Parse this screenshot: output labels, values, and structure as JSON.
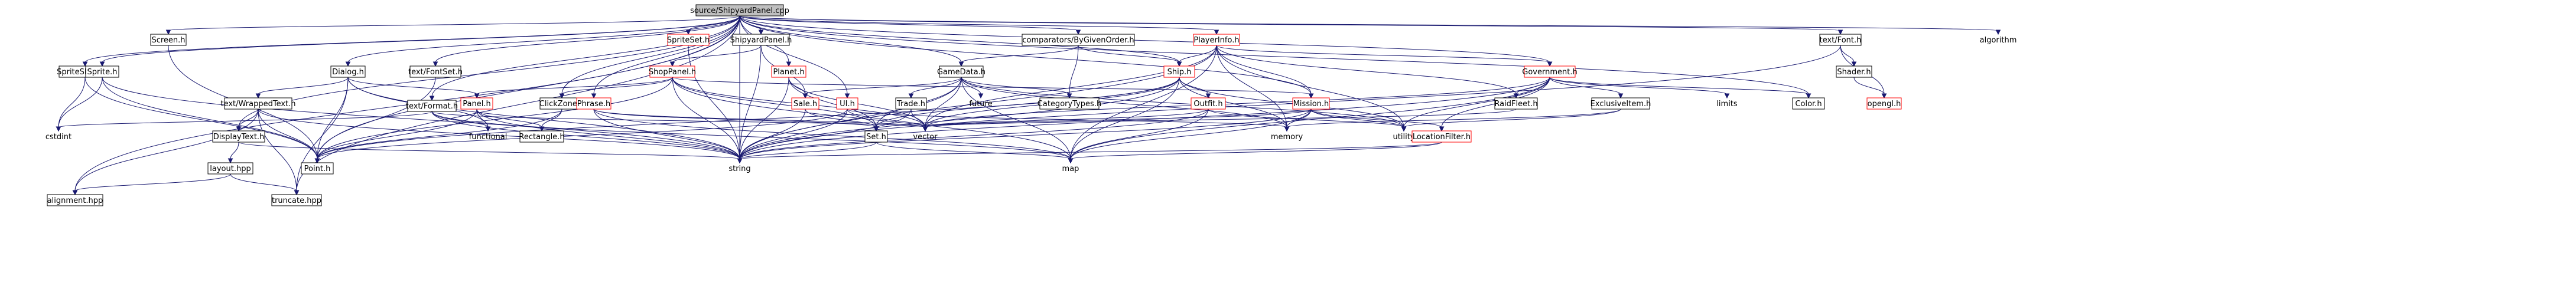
{
  "diagram": {
    "nodes": [
      {
        "id": "root",
        "label": "source/ShipyardPanel.cpp",
        "style": "root"
      },
      {
        "id": "screen_h",
        "label": "Screen.h",
        "style": "normal"
      },
      {
        "id": "spriteset_h",
        "label": "SpriteSet.h",
        "style": "red"
      },
      {
        "id": "shipyardpanel_h",
        "label": "ShipyardPanel.h",
        "style": "normal"
      },
      {
        "id": "comparators_h",
        "label": "comparators/ByGivenOrder.h",
        "style": "normal"
      },
      {
        "id": "playerinfo_h",
        "label": "PlayerInfo.h",
        "style": "red"
      },
      {
        "id": "text_font_h",
        "label": "text/Font.h",
        "style": "normal"
      },
      {
        "id": "algorithm",
        "label": "algorithm",
        "style": "plain"
      },
      {
        "id": "spriteshader_h",
        "label": "SpriteShader.h",
        "style": "normal"
      },
      {
        "id": "sprite_h",
        "label": "Sprite.h",
        "style": "normal"
      },
      {
        "id": "dialog_h",
        "label": "Dialog.h",
        "style": "normal"
      },
      {
        "id": "text_fontset_h",
        "label": "text/FontSet.h",
        "style": "normal"
      },
      {
        "id": "shoppanel_h",
        "label": "ShopPanel.h",
        "style": "red"
      },
      {
        "id": "planet_h",
        "label": "Planet.h",
        "style": "red"
      },
      {
        "id": "gamedata_h",
        "label": "GameData.h",
        "style": "normal"
      },
      {
        "id": "ship_h",
        "label": "Ship.h",
        "style": "red"
      },
      {
        "id": "government_h",
        "label": "Government.h",
        "style": "red"
      },
      {
        "id": "shader_h",
        "label": "Shader.h",
        "style": "normal"
      },
      {
        "id": "text_wrappedtext_h",
        "label": "text/WrappedText.h",
        "style": "normal"
      },
      {
        "id": "panel_h",
        "label": "Panel.h",
        "style": "red"
      },
      {
        "id": "clickzone_h",
        "label": "ClickZone.h",
        "style": "normal"
      },
      {
        "id": "phrase_h",
        "label": "Phrase.h",
        "style": "red"
      },
      {
        "id": "text_format_h",
        "label": "text/Format.h",
        "style": "normal"
      },
      {
        "id": "ui_h",
        "label": "UI.h",
        "style": "red"
      },
      {
        "id": "trade_h",
        "label": "Trade.h",
        "style": "normal"
      },
      {
        "id": "sale_h",
        "label": "Sale.h",
        "style": "red"
      },
      {
        "id": "future",
        "label": "future",
        "style": "plain"
      },
      {
        "id": "categorytypes_h",
        "label": "CategoryTypes.h",
        "style": "normal"
      },
      {
        "id": "outfit_h",
        "label": "Outfit.h",
        "style": "red"
      },
      {
        "id": "mission_h",
        "label": "Mission.h",
        "style": "red"
      },
      {
        "id": "raidfleet_h",
        "label": "RaidFleet.h",
        "style": "normal"
      },
      {
        "id": "exclusiveitem_h",
        "label": "ExclusiveItem.h",
        "style": "normal"
      },
      {
        "id": "limits",
        "label": "limits",
        "style": "plain"
      },
      {
        "id": "color_h",
        "label": "Color.h",
        "style": "normal"
      },
      {
        "id": "opengl_h",
        "label": "opengl.h",
        "style": "red"
      },
      {
        "id": "cstdint",
        "label": "cstdint",
        "style": "plain"
      },
      {
        "id": "displaytext_h",
        "label": "DisplayText.h",
        "style": "normal"
      },
      {
        "id": "rectangle_h",
        "label": "Rectangle.h",
        "style": "normal"
      },
      {
        "id": "functional",
        "label": "functional",
        "style": "plain"
      },
      {
        "id": "vector",
        "label": "vector",
        "style": "plain"
      },
      {
        "id": "set_h",
        "label": "Set.h",
        "style": "normal"
      },
      {
        "id": "memory",
        "label": "memory",
        "style": "plain"
      },
      {
        "id": "utility",
        "label": "utility",
        "style": "plain"
      },
      {
        "id": "locationfilter_h",
        "label": "LocationFilter.h",
        "style": "red"
      },
      {
        "id": "layout_hpp",
        "label": "layout.hpp",
        "style": "normal"
      },
      {
        "id": "point_h",
        "label": "Point.h",
        "style": "normal"
      },
      {
        "id": "string",
        "label": "string",
        "style": "plain"
      },
      {
        "id": "map",
        "label": "map",
        "style": "plain"
      },
      {
        "id": "alignment_hpp",
        "label": "alignment.hpp",
        "style": "normal"
      },
      {
        "id": "truncate_hpp",
        "label": "truncate.hpp",
        "style": "normal"
      }
    ],
    "edges": [
      [
        "root",
        "screen_h"
      ],
      [
        "root",
        "spriteset_h"
      ],
      [
        "root",
        "shipyardpanel_h"
      ],
      [
        "root",
        "comparators_h"
      ],
      [
        "root",
        "playerinfo_h"
      ],
      [
        "root",
        "text_font_h"
      ],
      [
        "root",
        "algorithm"
      ],
      [
        "root",
        "spriteshader_h"
      ],
      [
        "root",
        "sprite_h"
      ],
      [
        "root",
        "dialog_h"
      ],
      [
        "root",
        "text_fontset_h"
      ],
      [
        "root",
        "planet_h"
      ],
      [
        "root",
        "gamedata_h"
      ],
      [
        "root",
        "ship_h"
      ],
      [
        "root",
        "government_h"
      ],
      [
        "root",
        "clickzone_h"
      ],
      [
        "root",
        "phrase_h"
      ],
      [
        "root",
        "text_format_h"
      ],
      [
        "root",
        "ui_h"
      ],
      [
        "root",
        "mission_h"
      ],
      [
        "root",
        "displaytext_h"
      ],
      [
        "root",
        "point_h"
      ],
      [
        "root",
        "string"
      ],
      [
        "root",
        "alignment_hpp"
      ],
      [
        "root",
        "truncate_hpp"
      ],
      [
        "root",
        "color_h"
      ],
      [
        "screen_h",
        "point_h"
      ],
      [
        "spriteset_h",
        "string"
      ],
      [
        "shipyardpanel_h",
        "shoppanel_h"
      ],
      [
        "shipyardpanel_h",
        "sale_h"
      ],
      [
        "shipyardpanel_h",
        "string"
      ],
      [
        "comparators_h",
        "gamedata_h"
      ],
      [
        "comparators_h",
        "ship_h"
      ],
      [
        "comparators_h",
        "categorytypes_h"
      ],
      [
        "playerinfo_h",
        "government_h"
      ],
      [
        "playerinfo_h",
        "mission_h"
      ],
      [
        "playerinfo_h",
        "ship_h"
      ],
      [
        "playerinfo_h",
        "raidfleet_h"
      ],
      [
        "playerinfo_h",
        "memory"
      ],
      [
        "playerinfo_h",
        "map"
      ],
      [
        "playerinfo_h",
        "string"
      ],
      [
        "playerinfo_h",
        "utility"
      ],
      [
        "playerinfo_h",
        "vector"
      ],
      [
        "text_font_h",
        "shader_h"
      ],
      [
        "text_font_h",
        "opengl_h"
      ],
      [
        "text_font_h",
        "string"
      ],
      [
        "shader_h",
        "opengl_h"
      ],
      [
        "spriteshader_h",
        "point_h"
      ],
      [
        "spriteshader_h",
        "cstdint"
      ],
      [
        "sprite_h",
        "point_h"
      ],
      [
        "sprite_h",
        "cstdint"
      ],
      [
        "sprite_h",
        "string"
      ],
      [
        "dialog_h",
        "text_wrappedtext_h"
      ],
      [
        "dialog_h",
        "panel_h"
      ],
      [
        "dialog_h",
        "point_h"
      ],
      [
        "dialog_h",
        "functional"
      ],
      [
        "dialog_h",
        "string"
      ],
      [
        "dialog_h",
        "truncate_hpp"
      ],
      [
        "text_fontset_h",
        "point_h"
      ],
      [
        "shoppanel_h",
        "panel_h"
      ],
      [
        "shoppanel_h",
        "clickzone_h"
      ],
      [
        "shoppanel_h",
        "mission_h"
      ],
      [
        "shoppanel_h",
        "point_h"
      ],
      [
        "shoppanel_h",
        "string"
      ],
      [
        "shoppanel_h",
        "map"
      ],
      [
        "shoppanel_h",
        "vector"
      ],
      [
        "shoppanel_h",
        "set_h"
      ],
      [
        "planet_h",
        "sale_h"
      ],
      [
        "planet_h",
        "string"
      ],
      [
        "planet_h",
        "vector"
      ],
      [
        "planet_h",
        "set_h"
      ],
      [
        "gamedata_h",
        "sale_h"
      ],
      [
        "gamedata_h",
        "trade_h"
      ],
      [
        "gamedata_h",
        "future"
      ],
      [
        "gamedata_h",
        "categorytypes_h"
      ],
      [
        "gamedata_h",
        "set_h"
      ],
      [
        "gamedata_h",
        "string"
      ],
      [
        "gamedata_h",
        "map"
      ],
      [
        "gamedata_h",
        "memory"
      ],
      [
        "gamedata_h",
        "utility"
      ],
      [
        "gamedata_h",
        "vector"
      ],
      [
        "ship_h",
        "outfit_h"
      ],
      [
        "ship_h",
        "point_h"
      ],
      [
        "ship_h",
        "memory"
      ],
      [
        "ship_h",
        "map"
      ],
      [
        "ship_h",
        "string"
      ],
      [
        "ship_h",
        "vector"
      ],
      [
        "ship_h",
        "set_h"
      ],
      [
        "ship_h",
        "utility"
      ],
      [
        "government_h",
        "raidfleet_h"
      ],
      [
        "government_h",
        "exclusiveitem_h"
      ],
      [
        "government_h",
        "limits"
      ],
      [
        "government_h",
        "color_h"
      ],
      [
        "government_h",
        "locationfilter_h"
      ],
      [
        "government_h",
        "map"
      ],
      [
        "government_h",
        "string"
      ],
      [
        "government_h",
        "utility"
      ],
      [
        "government_h",
        "vector"
      ],
      [
        "text_wrappedtext_h",
        "displaytext_h"
      ],
      [
        "text_wrappedtext_h",
        "point_h"
      ],
      [
        "text_wrappedtext_h",
        "string"
      ],
      [
        "text_wrappedtext_h",
        "alignment_hpp"
      ],
      [
        "text_wrappedtext_h",
        "truncate_hpp"
      ],
      [
        "panel_h",
        "rectangle_h"
      ],
      [
        "panel_h",
        "functional"
      ],
      [
        "panel_h",
        "point_h"
      ],
      [
        "panel_h",
        "string"
      ],
      [
        "clickzone_h",
        "rectangle_h"
      ],
      [
        "clickzone_h",
        "point_h"
      ],
      [
        "phrase_h",
        "string"
      ],
      [
        "phrase_h",
        "vector"
      ],
      [
        "phrase_h",
        "set_h"
      ],
      [
        "phrase_h",
        "map"
      ],
      [
        "text_format_h",
        "functional"
      ],
      [
        "text_format_h",
        "string"
      ],
      [
        "text_format_h",
        "map"
      ],
      [
        "text_format_h",
        "vector"
      ],
      [
        "text_format_h",
        "cstdint"
      ],
      [
        "ui_h",
        "point_h"
      ],
      [
        "ui_h",
        "memory"
      ],
      [
        "ui_h",
        "vector"
      ],
      [
        "ui_h",
        "string"
      ],
      [
        "trade_h",
        "vector"
      ],
      [
        "trade_h",
        "string"
      ],
      [
        "sale_h",
        "set_h"
      ],
      [
        "sale_h",
        "string"
      ],
      [
        "outfit_h",
        "map"
      ],
      [
        "outfit_h",
        "string"
      ],
      [
        "outfit_h",
        "vector"
      ],
      [
        "outfit_h",
        "utility"
      ],
      [
        "mission_h",
        "locationfilter_h"
      ],
      [
        "mission_h",
        "memory"
      ],
      [
        "mission_h",
        "map"
      ],
      [
        "mission_h",
        "string"
      ],
      [
        "mission_h",
        "utility"
      ],
      [
        "mission_h",
        "vector"
      ],
      [
        "raidfleet_h",
        "vector"
      ],
      [
        "exclusiveitem_h",
        "utility"
      ],
      [
        "exclusiveitem_h",
        "memory"
      ],
      [
        "displaytext_h",
        "layout_hpp"
      ],
      [
        "displaytext_h",
        "string"
      ],
      [
        "layout_hpp",
        "alignment_hpp"
      ],
      [
        "layout_hpp",
        "truncate_hpp"
      ],
      [
        "set_h",
        "map"
      ],
      [
        "set_h",
        "string"
      ],
      [
        "locationfilter_h",
        "string"
      ],
      [
        "locationfilter_h",
        "map"
      ]
    ]
  }
}
